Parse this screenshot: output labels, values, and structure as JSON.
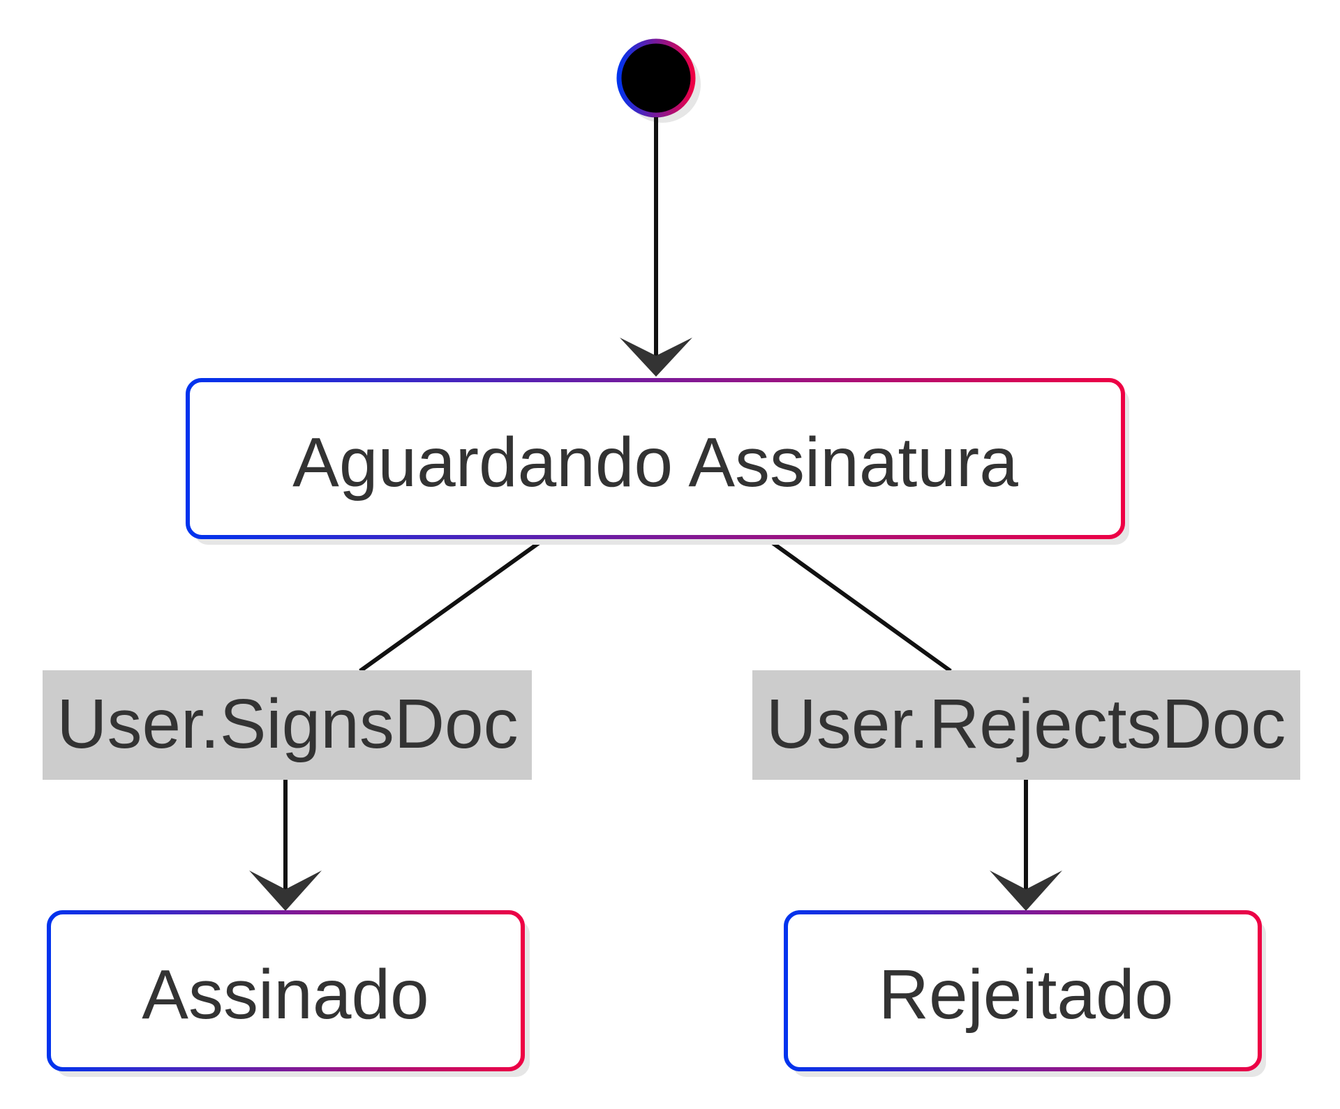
{
  "diagram": {
    "type": "state-diagram",
    "initial_state": "start-node",
    "states": [
      {
        "id": "aguardando",
        "label": "Aguardando Assinatura"
      },
      {
        "id": "assinado",
        "label": "Assinado"
      },
      {
        "id": "rejeitado",
        "label": "Rejeitado"
      }
    ],
    "transitions": [
      {
        "from": "start-node",
        "to": "aguardando",
        "label": ""
      },
      {
        "from": "aguardando",
        "to": "assinado",
        "label": "User.SignsDoc"
      },
      {
        "from": "aguardando",
        "to": "rejeitado",
        "label": "User.RejectsDoc"
      }
    ],
    "colors": {
      "border_gradient_start": "#0033ee",
      "border_gradient_end": "#ee0044",
      "text": "#333333",
      "edge": "#111111",
      "arrowhead": "#333333",
      "edge_label_bg": "#cccccc",
      "start_fill": "#000000",
      "shadow": "#e6e6e6"
    }
  }
}
